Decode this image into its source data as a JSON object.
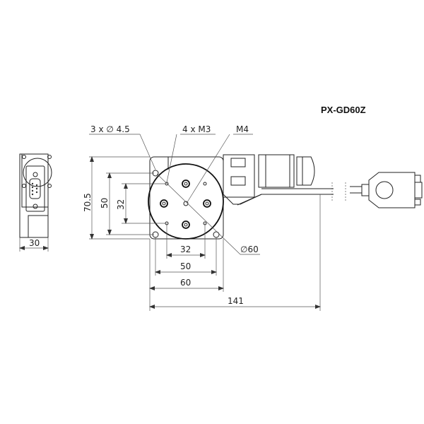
{
  "drawing": {
    "model": "PX-GD60Z",
    "callouts": {
      "mount_holes": "3 x ∅ 4.5",
      "tapped_holes": "4 x  M3",
      "center_tap": "M4",
      "stage_diameter": "∅60"
    },
    "dimensions": {
      "side_width": "30",
      "height_overall": "70.5",
      "height_hole_pitch": "50",
      "height_tap_pitch": "32",
      "width_tap_pitch": "32",
      "width_hole_pitch": "50",
      "width_base": "60",
      "length_overall": "141"
    },
    "colors": {
      "line": "#222222",
      "dim_line": "#555555",
      "background": "#ffffff"
    }
  }
}
